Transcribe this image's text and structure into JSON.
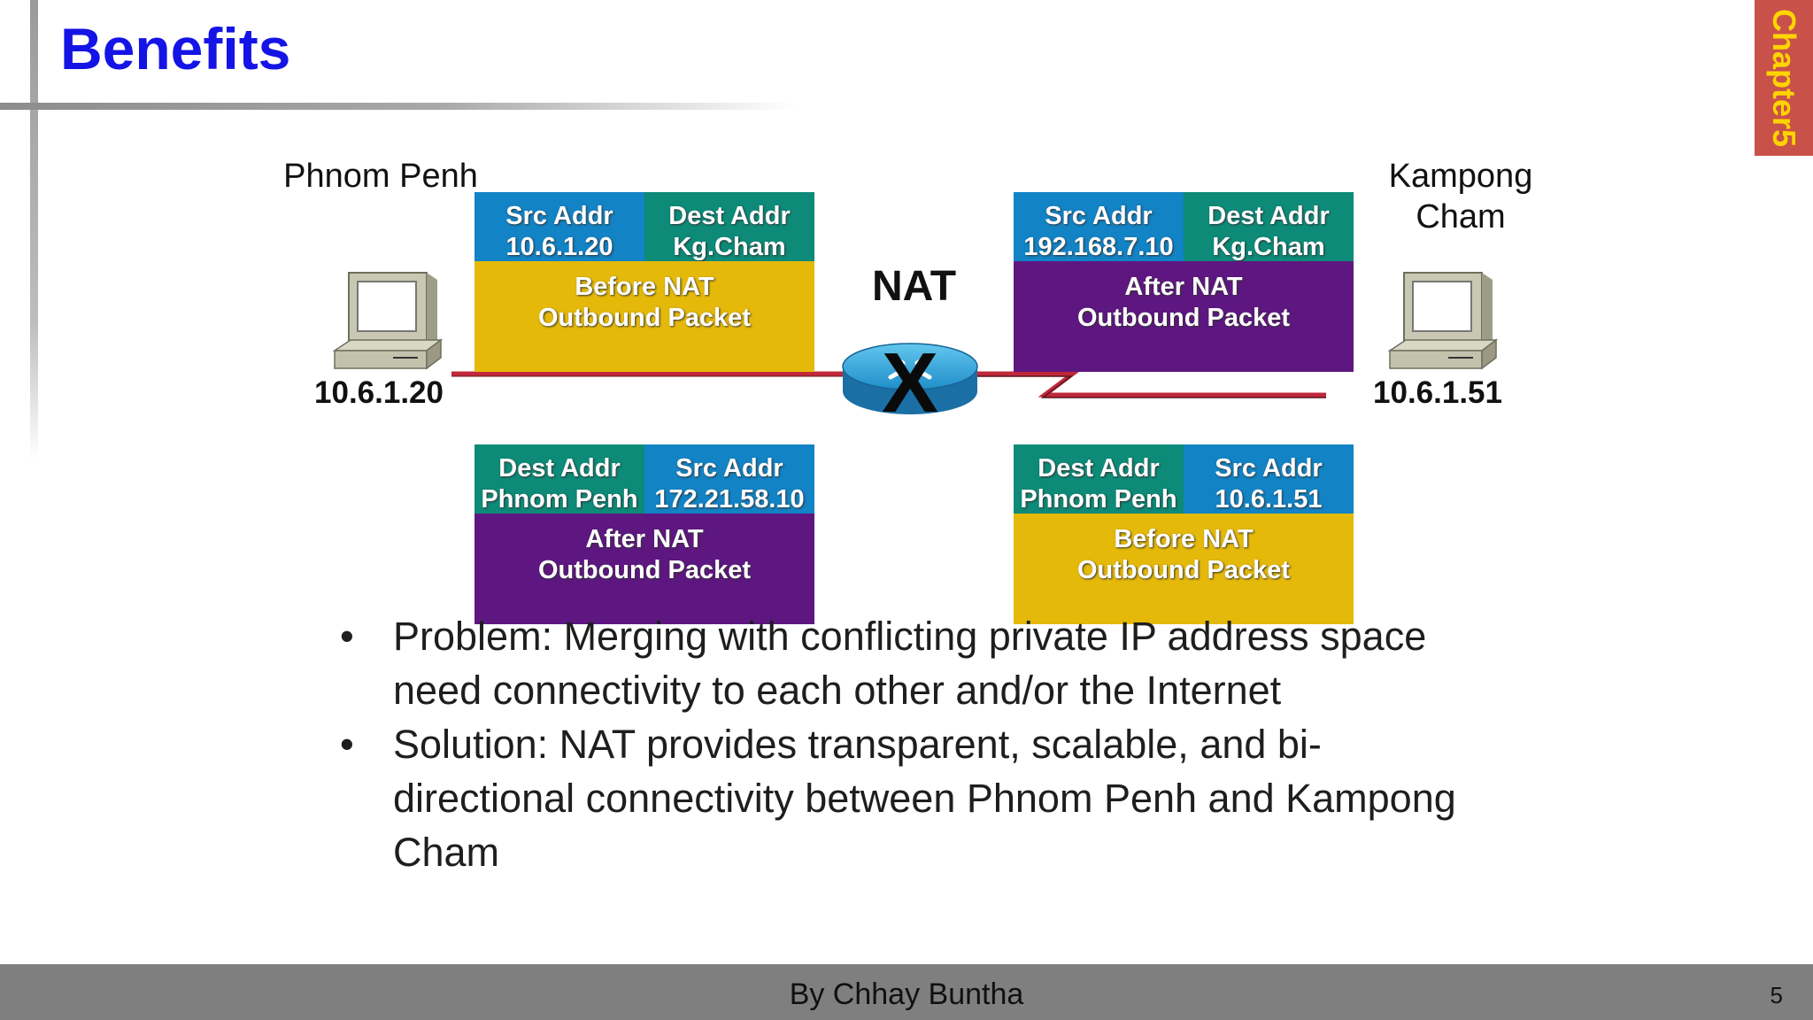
{
  "slide": {
    "title": "Benefits",
    "chapter_tab": "Chapter5",
    "page_number": "5",
    "footer": "By Chhay Buntha"
  },
  "diagram": {
    "left_site": {
      "name": "Phnom Penh",
      "ip": "10.6.1.20"
    },
    "right_site": {
      "name_line1": "Kampong",
      "name_line2": "Cham",
      "ip": "10.6.1.51"
    },
    "router_label": "NAT",
    "packets": {
      "top_left": {
        "cell1_line1": "Src Addr",
        "cell1_line2": "10.6.1.20",
        "cell2_line1": "Dest Addr",
        "cell2_line2": "Kg.Cham",
        "bottom_line1": "Before NAT",
        "bottom_line2": "Outbound Packet"
      },
      "top_right": {
        "cell1_line1": "Src Addr",
        "cell1_line2": "192.168.7.10",
        "cell2_line1": "Dest Addr",
        "cell2_line2": "Kg.Cham",
        "bottom_line1": "After NAT",
        "bottom_line2": "Outbound Packet"
      },
      "bottom_left": {
        "cell1_line1": "Dest Addr",
        "cell1_line2": "Phnom Penh",
        "cell2_line1": "Src Addr",
        "cell2_line2": "172.21.58.10",
        "bottom_line1": "After NAT",
        "bottom_line2": "Outbound Packet"
      },
      "bottom_right": {
        "cell1_line1": "Dest Addr",
        "cell1_line2": "Phnom Penh",
        "cell2_line1": "Src Addr",
        "cell2_line2": "10.6.1.51",
        "bottom_line1": "Before NAT",
        "bottom_line2": "Outbound Packet"
      }
    }
  },
  "bullets": [
    {
      "line1": "Problem: Merging with conflicting private IP address space",
      "line2": "need connectivity to each other and/or the Internet"
    },
    {
      "line1": "Solution: NAT provides transparent, scalable, and bi-",
      "line2": "directional connectivity between Phnom Penh and Kampong",
      "line3": "Cham"
    }
  ],
  "bullet_symbol": "•",
  "colors": {
    "title": "#1414e6",
    "chapter_tab": "#c8524a",
    "chapter_text": "#ffd400",
    "teal": "#0d8a78",
    "blue": "#1283c5",
    "gold": "#e5b90a",
    "purple": "#5e1780",
    "link": "#c0283a",
    "footer": "#7f7f7f"
  }
}
